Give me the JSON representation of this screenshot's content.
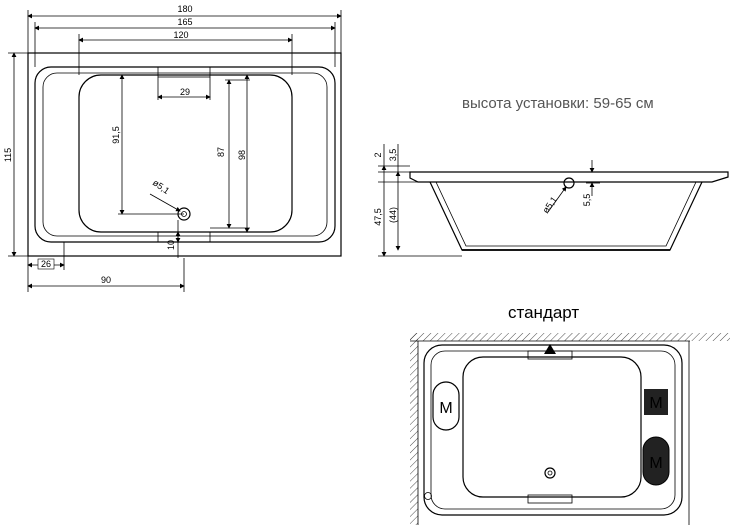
{
  "top_view": {
    "dims": {
      "overall_width": "180",
      "inner_width": "165",
      "bottom_width": "120",
      "headrest_gap": "29",
      "depth_inner": "91,5",
      "length_87": "87",
      "length_98": "98",
      "drain_dia": "ø5,1",
      "drain_offset": "10",
      "corner": "26",
      "drain_x": "90",
      "overall_height": "115"
    }
  },
  "side_view": {
    "note": "высота установки: 59-65 см",
    "dims": {
      "rim_2": "2",
      "rim_3_5": "3,5",
      "height_47_5": "47,5",
      "height_44": "(44)",
      "overflow_dia": "ø5,1",
      "overflow_offset": "5,5"
    }
  },
  "standard_view": {
    "title": "стандарт",
    "motor_label_left": "M",
    "motor_label_right_top": "M",
    "motor_label_right_bottom": "M"
  }
}
